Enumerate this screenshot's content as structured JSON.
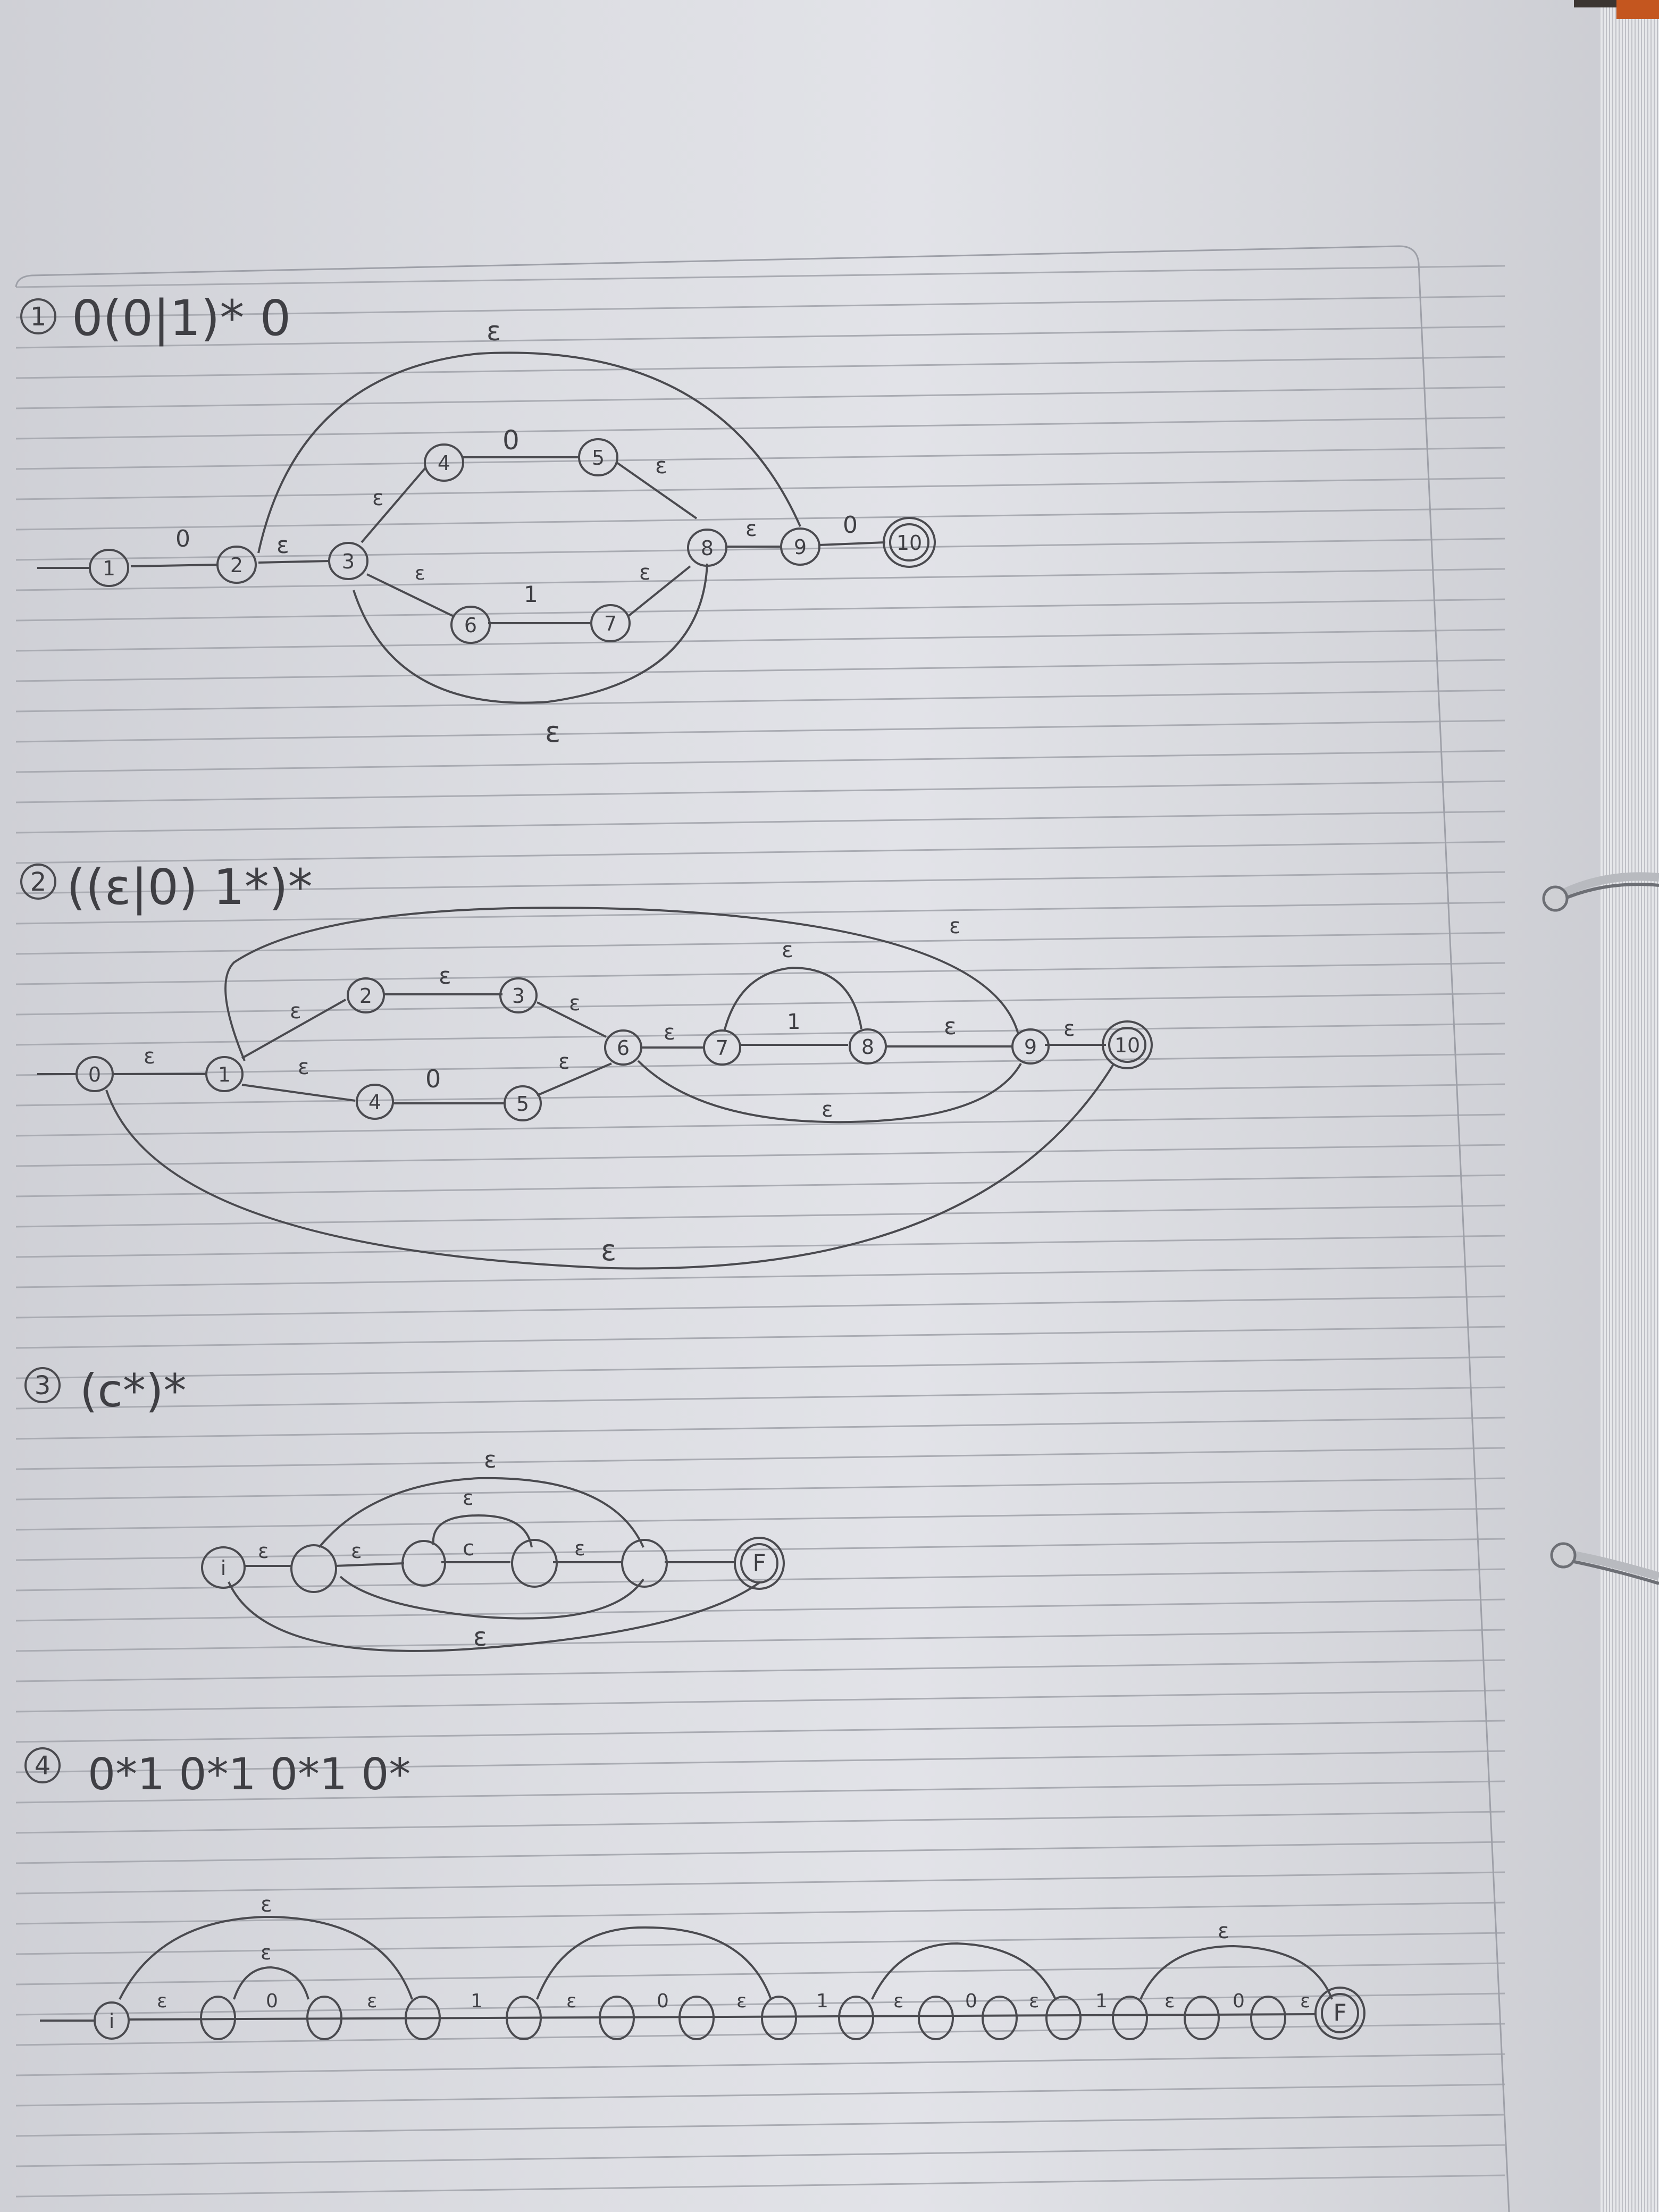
{
  "problems": [
    {
      "number": "1",
      "regex": "0(0|1)* 0"
    },
    {
      "number": "2",
      "regex": "((ε|0) 1*)*"
    },
    {
      "number": "3",
      "regex": "(c*)*"
    },
    {
      "number": "4",
      "regex": "0*1 0*1 0*1 0*"
    }
  ],
  "diagram1": {
    "states": [
      "1",
      "2",
      "3",
      "4",
      "5",
      "6",
      "7",
      "8",
      "9",
      "10"
    ],
    "labels": {
      "a": "0",
      "b": "ε",
      "c": "ε",
      "d": "0",
      "e": "ε",
      "f": "ε",
      "g": "1",
      "h": "ε",
      "i": "ε",
      "j": "0",
      "top": "ε",
      "bottom": "ε"
    }
  },
  "diagram2": {
    "states": [
      "0",
      "1",
      "2",
      "3",
      "4",
      "5",
      "6",
      "7",
      "8",
      "9",
      "10"
    ],
    "labels": {
      "a": "ε",
      "b": "ε",
      "c": "ε",
      "d": "ε",
      "e": "0",
      "f": "ε",
      "g": "ε",
      "h": "ε",
      "i": "1",
      "j": "ε",
      "k": "ε",
      "l": "ε",
      "loop": "ε",
      "top": "ε",
      "bottom": "ε"
    }
  },
  "diagram3": {
    "states": {
      "start": "i",
      "final": "F"
    },
    "labels": {
      "a": "ε",
      "b": "ε",
      "c": "c",
      "d": "ε",
      "loop_inner": "ε",
      "loop_outer": "ε",
      "bottom": "ε"
    }
  },
  "diagram4": {
    "states": {
      "start": "i",
      "final": "F"
    },
    "labels": {
      "e1": "ε",
      "zero": "0",
      "eps": "ε",
      "one": "1",
      "top_outer": "ε",
      "top_inner": "ε",
      "last_top": "ε"
    }
  }
}
